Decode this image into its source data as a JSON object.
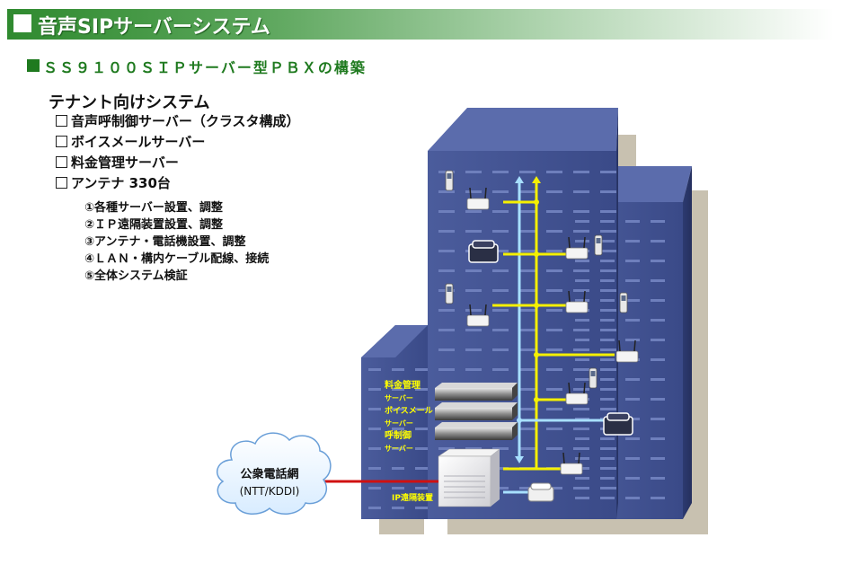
{
  "header": {
    "title": "音声SIPサーバーシステム"
  },
  "subtitle": "ＳＳ９１００ＳＩＰサーバー型ＰＢＸの構築",
  "section": {
    "title": "テナント向けシステム",
    "items": [
      "音声呼制御サーバー（クラスタ構成）",
      "ボイスメールサーバー",
      "料金管理サーバー",
      "アンテナ 330台"
    ]
  },
  "steps": [
    "①各種サーバー設置、調整",
    "②ＩＰ遠隔装置設置、調整",
    "③アンテナ・電話機設置、調整",
    "④ＬＡＮ・構内ケーブル配線、接続",
    "⑤全体システム検証"
  ],
  "diagram": {
    "server_labels": [
      "料金管理",
      "サーバー",
      "ボイスメール",
      "サーバー",
      "呼制御",
      "サーバー"
    ],
    "ip_device_label": "IP遠隔装置",
    "cloud": {
      "line1": "公衆電話網",
      "line2": "(NTT/KDDI)"
    },
    "colors": {
      "building": "#3d4e8c",
      "shadow": "#c8c1b0",
      "lan_yellow": "#f5f000",
      "lan_blue": "#a8e0ff",
      "pstn_line": "#d01010"
    }
  }
}
